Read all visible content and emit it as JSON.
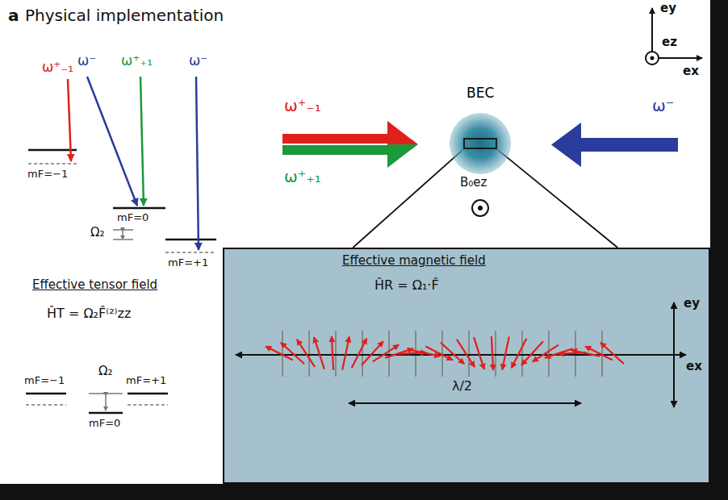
{
  "diagram": {
    "title": "Physical implementation",
    "nodes": [
      {
        "text": [
          "BEC"
        ]
      },
      {
        "text": [
          "Effective magnetic field",
          "ĤR = Ω₁·F̂"
        ]
      }
    ],
    "edges": [
      {
        "from": 0,
        "to": 1,
        "arrow": "none"
      }
    ],
    "labels": [
      "a",
      "ω⁺₋₁",
      "ω⁻",
      "ω⁺₊₁",
      "ω⁻",
      "mF=−1",
      "mF=0",
      "Ω₂",
      "mF=+1",
      "Effective tensor field",
      "ĤT = Ω₂F̂⁽²⁾zz",
      "mF=−1",
      "Ω₂",
      "mF=+1",
      "mF=0",
      "ey",
      "ez",
      "ex",
      "ω⁺₋₁",
      "ω⁺₊₁",
      "ω⁻",
      "B₀ez",
      "ey",
      "ex",
      "λ/2"
    ]
  }
}
